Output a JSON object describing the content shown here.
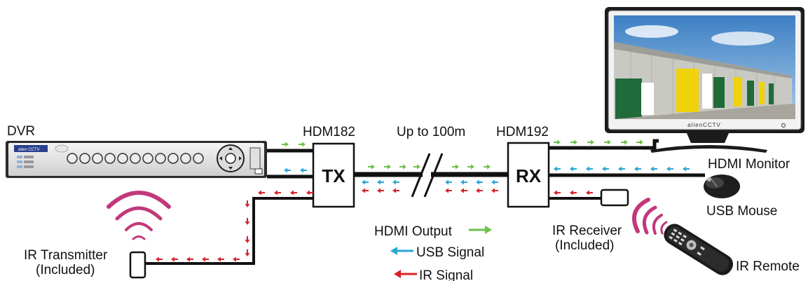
{
  "devices": {
    "dvr": {
      "label": "DVR"
    },
    "tx": {
      "model": "HDM182",
      "box_text": "TX"
    },
    "rx": {
      "model": "HDM192",
      "box_text": "RX"
    },
    "monitor": {
      "label": "HDMI Monitor",
      "brand": "alienCCTV"
    },
    "mouse": {
      "label": "USB Mouse"
    },
    "ir_receiver": {
      "label_line1": "IR Receiver",
      "label_line2": "(Included)"
    },
    "ir_transmitter": {
      "label_line1": "IR Transmitter",
      "label_line2": "(Included)"
    },
    "ir_remote": {
      "label": "IR Remote"
    }
  },
  "link": {
    "distance_label": "Up to 100m"
  },
  "legend": {
    "hdmi": {
      "label": "HDMI Output",
      "color": "#6cc24a"
    },
    "usb": {
      "label": "USB Signal",
      "color": "#2aa7d6"
    },
    "ir": {
      "label": "IR Signal",
      "color": "#d8232a"
    }
  },
  "colors": {
    "cable": "#111111",
    "ir_waves": "#c2387a"
  }
}
